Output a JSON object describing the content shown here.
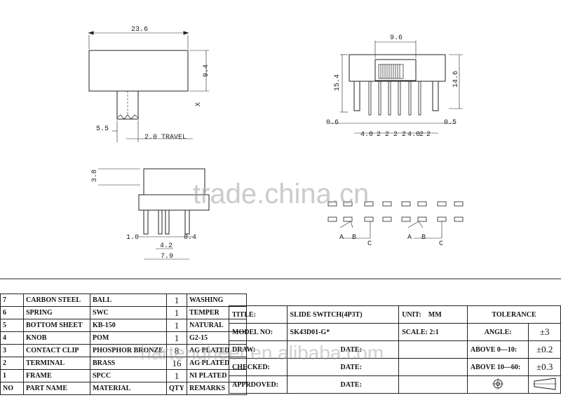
{
  "dimensions": {
    "top_width": "23.6",
    "top_height": "9.4",
    "x_mark": "X",
    "knob_offset": "5.5",
    "travel": "2.0 TRAVEL",
    "side_height": "3.8",
    "pin_offset": "1.0",
    "pin_spacing": "4.2",
    "pin_width": "0.4",
    "bottom_width": "7.9",
    "right_knob_width": "9.6",
    "right_height_left": "15.4",
    "right_height_right": "14.6",
    "right_pin_left": "0.6",
    "right_pin_right": "0.5",
    "pitch_first": "4.0",
    "pitch": [
      "2",
      "2",
      "2",
      "2"
    ],
    "pitch_mid": "4.0",
    "pitch_end": [
      "2",
      "2"
    ]
  },
  "pin_labels": {
    "left": [
      "A",
      "B",
      "C"
    ],
    "right": [
      "A",
      "B",
      "C"
    ]
  },
  "bom": {
    "rows": [
      {
        "no": "7",
        "part": "CARBON STEEL",
        "material": "BALL",
        "qty": "1",
        "remarks": "WASHING"
      },
      {
        "no": "6",
        "part": "SPRING",
        "material": "SWC",
        "qty": "1",
        "remarks": "TEMPER"
      },
      {
        "no": "5",
        "part": "BOTTOM SHEET",
        "material": "KB-150",
        "qty": "1",
        "remarks": "NATURAL"
      },
      {
        "no": "4",
        "part": "KNOB",
        "material": "POM",
        "qty": "1",
        "remarks": "G2-15"
      },
      {
        "no": "3",
        "part": "CONTACT CLIP",
        "material": "PHOSPHOR BRONZE",
        "qty": "8",
        "remarks": "AG PLATED"
      },
      {
        "no": "2",
        "part": "TERMINAL",
        "material": "BRASS",
        "qty": "16",
        "remarks": "AG PLATED"
      },
      {
        "no": "1",
        "part": "FRAME",
        "material": "SPCC",
        "qty": "1",
        "remarks": "NI PLATED"
      }
    ],
    "header": {
      "no": "NO",
      "part": "PART NAME",
      "material": "MATERIAL",
      "qty": "QTY",
      "remarks": "REMARKS"
    }
  },
  "title_block": {
    "title_label": "TITLE:",
    "title_value": "SLIDE SWITCH(4P3T)",
    "unit_label": "UNIT:",
    "unit_value": "MM",
    "model_label": "MODEL  NO:",
    "model_value": "SK43D01-G*",
    "scale_label": "SCALE: 2:1",
    "draw_label": "DRAW:",
    "checked_label": "CHECKED:",
    "approved_label": "APPRDOVED:",
    "date_label": "DATE:"
  },
  "tolerance": {
    "title": "TOLERANCE",
    "angle_label": "ANGLE:",
    "angle_value": "±3",
    "range1_label": "ABOVE 0—10:",
    "range1_value": "±0.2",
    "range2_label": "ABOVE 10—60:",
    "range2_value": "±0.3"
  },
  "watermark": {
    "main": "trade.china.cn",
    "secondary": "hartengheet.en.alibaba.com"
  }
}
